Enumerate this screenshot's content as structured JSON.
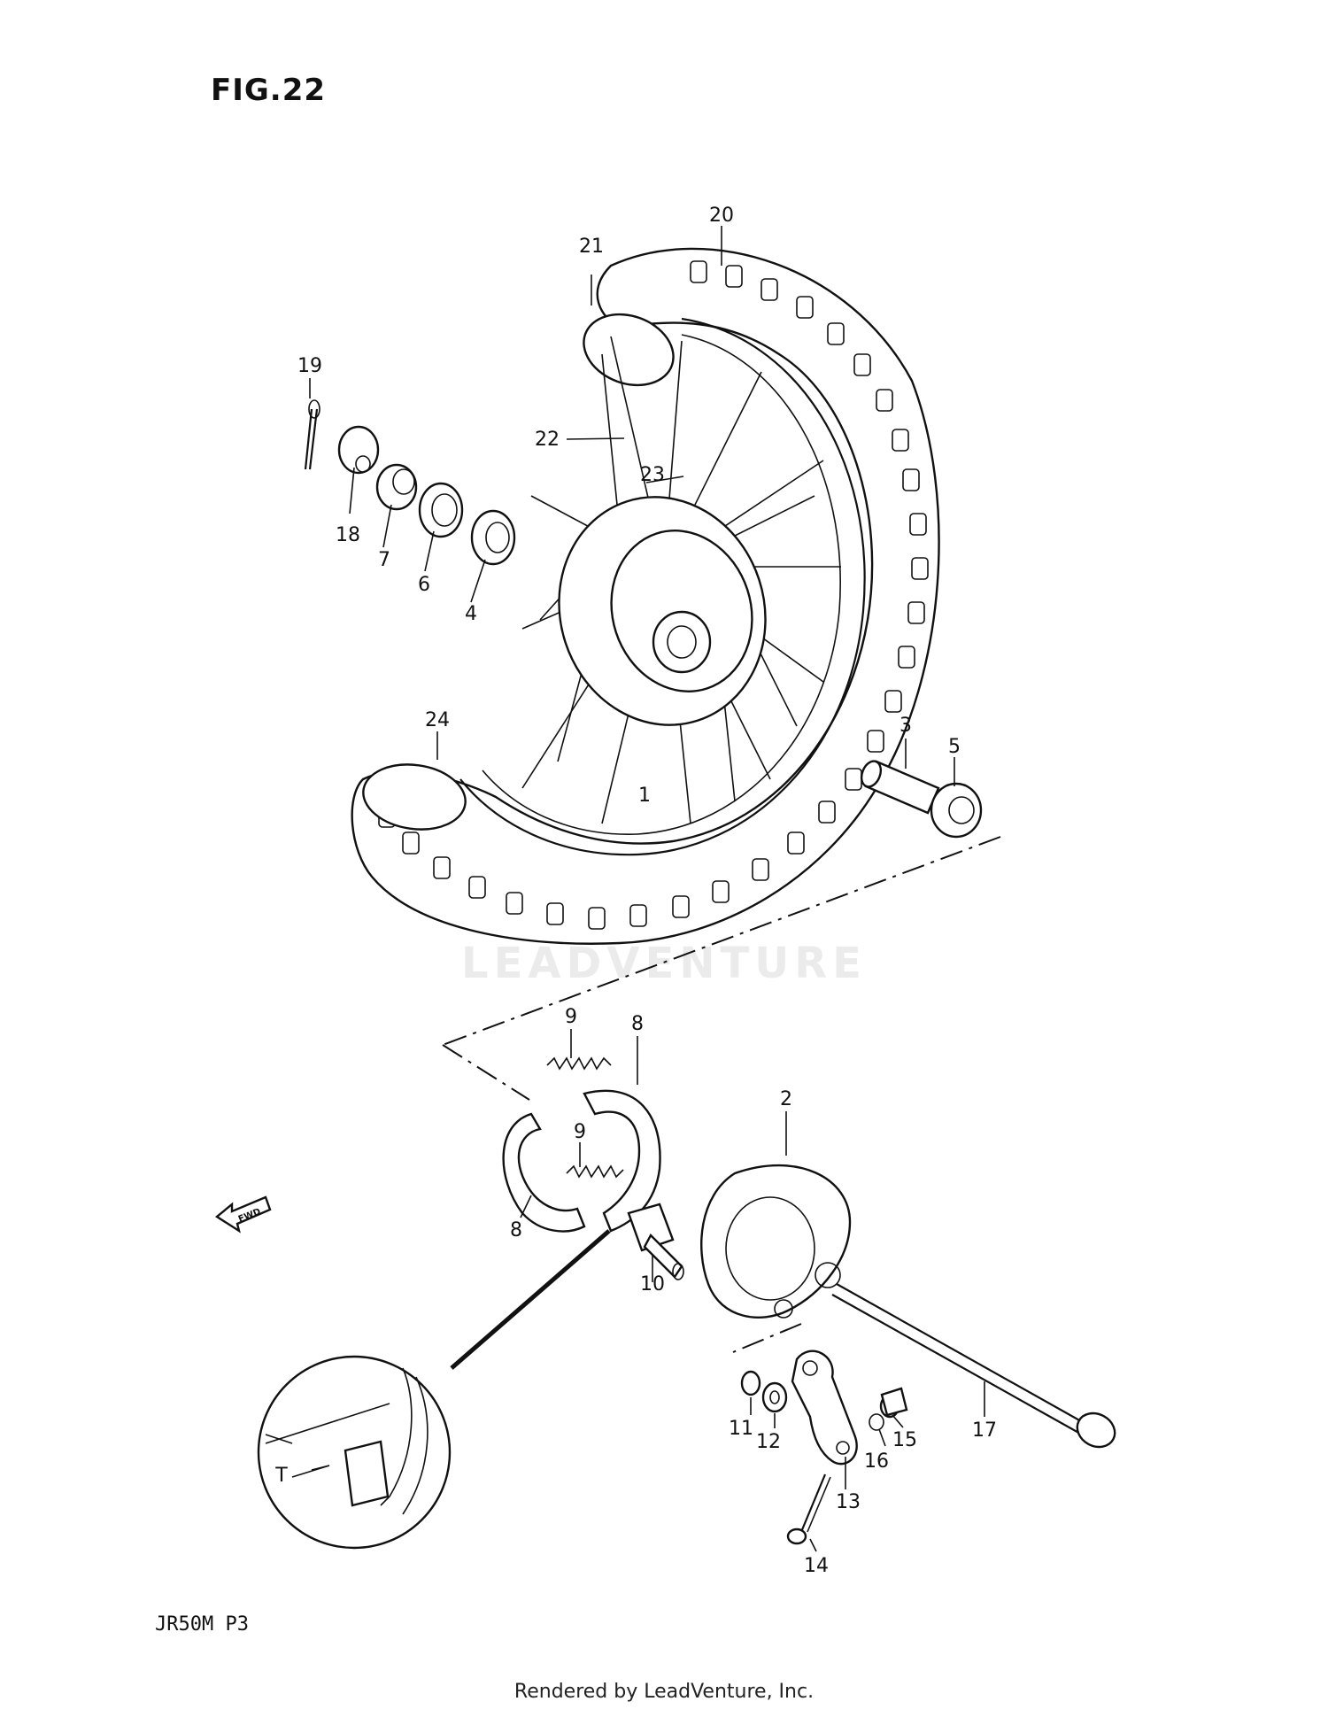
{
  "figure_title": "FIG.22",
  "model_code": "JR50M  P3",
  "footer": "Rendered by LeadVenture, Inc.",
  "watermark": "LEADVENTURE",
  "fwd_label": "FWD",
  "detail_label": "T",
  "callouts": [
    "1",
    "2",
    "3",
    "4",
    "5",
    "6",
    "7",
    "8",
    "8",
    "9",
    "9",
    "10",
    "11",
    "12",
    "13",
    "14",
    "15",
    "16",
    "17",
    "18",
    "19",
    "20",
    "21",
    "22",
    "23",
    "24"
  ],
  "colors": {
    "ink": "#111111",
    "paper": "#ffffff",
    "watermark": "#dcdcdc"
  }
}
